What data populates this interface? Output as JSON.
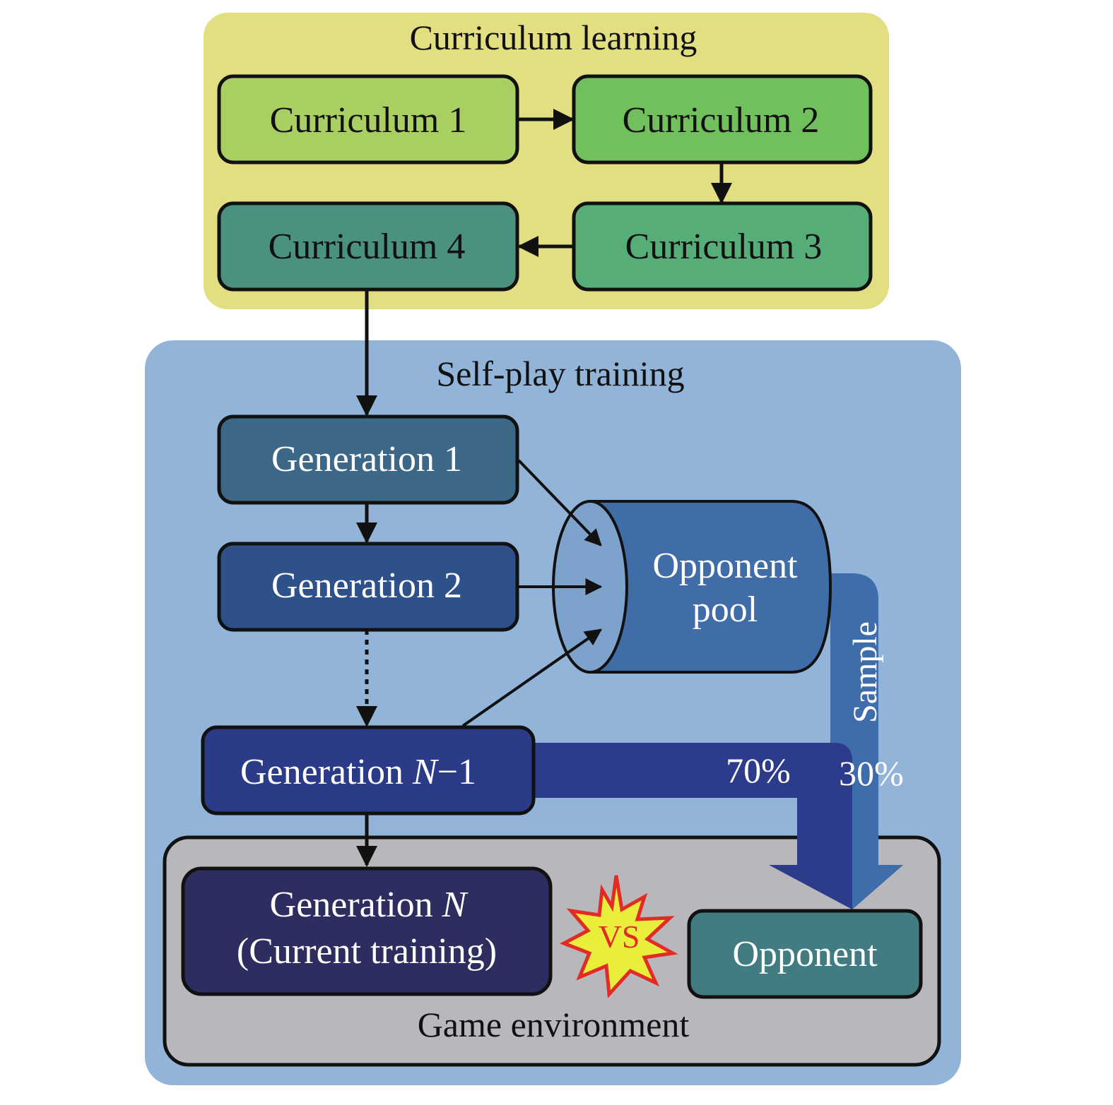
{
  "curriculum": {
    "title": "Curriculum learning",
    "boxes": [
      {
        "label": "Curriculum 1",
        "color": "#a9cf62"
      },
      {
        "label": "Curriculum 2",
        "color": "#71bf5d"
      },
      {
        "label": "Curriculum 3",
        "color": "#57ad78"
      },
      {
        "label": "Curriculum 4",
        "color": "#4a917f"
      }
    ],
    "background": "#e2df82"
  },
  "selfplay": {
    "title": "Self-play training",
    "background": "#91b4d8",
    "generations": [
      {
        "label": "Generation 1",
        "color": "#3d6787"
      },
      {
        "label": "Generation 2",
        "color": "#2f5189"
      },
      {
        "label_prefix": "Generation ",
        "label_var": "N",
        "label_suffix": "−1",
        "color": "#2c3b87"
      }
    ],
    "pool": {
      "line1": "Opponent",
      "line2": "pool",
      "color": "#406ca8",
      "face_color": "#7da2cb"
    },
    "sample_label": "Sample",
    "split": {
      "main_pct": "70%",
      "sample_pct": "30%",
      "main_color": "#2c3b8a",
      "sample_color": "#3f6cab"
    }
  },
  "game": {
    "title": "Game environment",
    "background": "#b8b7bb",
    "current": {
      "line1_prefix": "Generation ",
      "line1_var": "N",
      "line2": "(Current training)",
      "color": "#2e2d60"
    },
    "vs_label": "VS",
    "opponent": {
      "label": "Opponent",
      "color": "#437c80"
    }
  }
}
